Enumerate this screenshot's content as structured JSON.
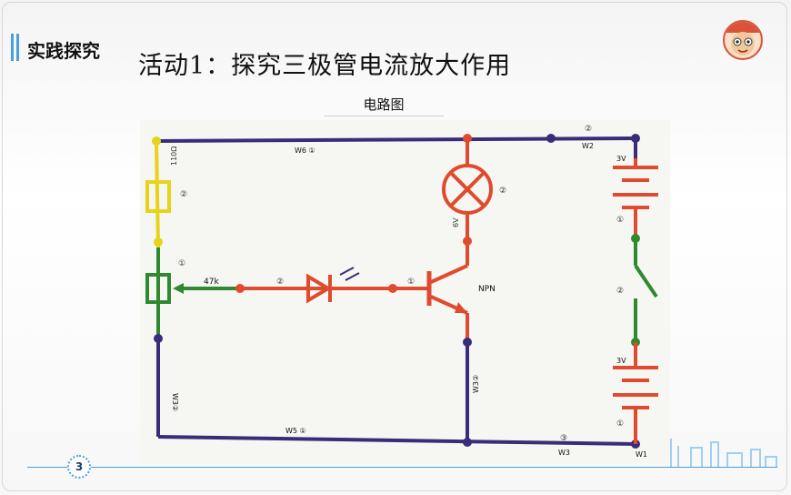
{
  "section_label": "实践探究",
  "title": "活动1：探究三极管电流放大作用",
  "subtitle": "电路图",
  "page_number": "3",
  "diagram": {
    "resistor_value": "110Ω",
    "pot_value": "47k",
    "lamp_rating": "6V",
    "transistor_type": "NPN",
    "battery_top": "3V",
    "battery_bottom": "3V",
    "wire_w6": "W6 ①",
    "wire_w2": "W2",
    "wire_w5": "W5 ①",
    "wire_w3_bottom": "W3",
    "wire_w1": "W1",
    "wire_w3_left": "W3②",
    "wire_w3_mid": "W3②",
    "mark_1": "①",
    "mark_2": "②",
    "mark_3": "③"
  },
  "colors": {
    "accent": "#4aa0d8",
    "wire_purple": "#3a2c7a",
    "wire_red": "#e04a2e",
    "wire_green": "#2f8a2f",
    "wire_yellow": "#e8d21a"
  }
}
